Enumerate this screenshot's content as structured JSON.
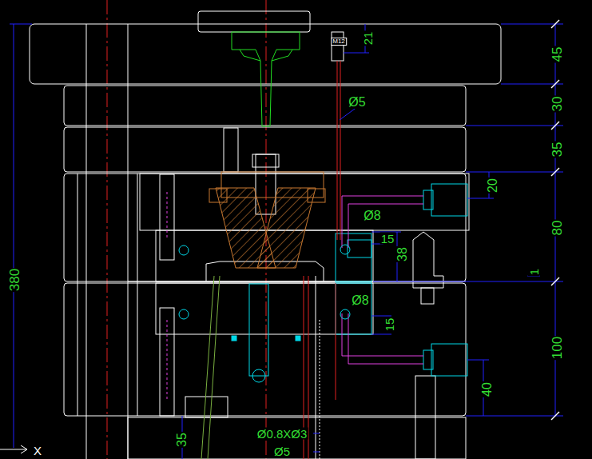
{
  "diagram": {
    "labels": [
      "21",
      "M12",
      "45",
      "Ø5",
      "30",
      "35",
      "20",
      "Ø8",
      "80",
      "15",
      "38",
      "1",
      "Ø8",
      "15",
      "100",
      "40",
      "380",
      "35",
      "Ø0.8XØ3",
      "Ø5",
      "X"
    ]
  }
}
